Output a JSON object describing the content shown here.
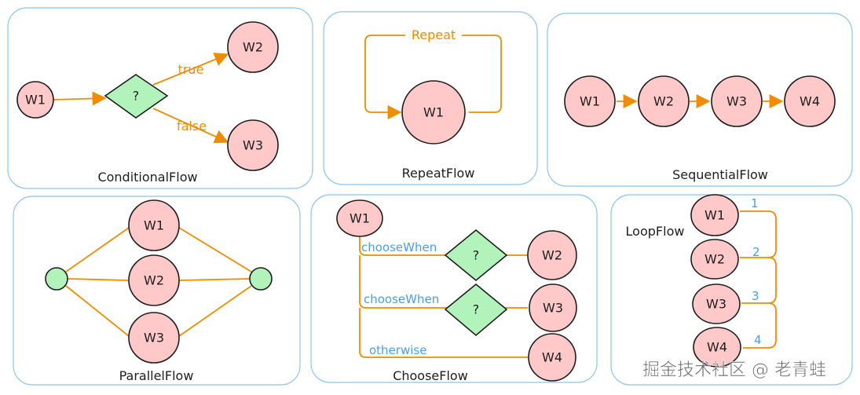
{
  "colors": {
    "node": "#ffc9c9",
    "decision": "#b2f2bb",
    "edge": "#f08c00",
    "label": "#4a9fe8",
    "panel_border": "#8cc4ee"
  },
  "conditional": {
    "title": "ConditionalFlow",
    "w1": "W1",
    "decision": "?",
    "w2": "W2",
    "w3": "W3",
    "true_label": "true",
    "false_label": "false"
  },
  "repeat": {
    "title": "RepeatFlow",
    "w1": "W1",
    "repeat_label": "Repeat"
  },
  "sequential": {
    "title": "SequentialFlow",
    "nodes": [
      "W1",
      "W2",
      "W3",
      "W4"
    ]
  },
  "parallel": {
    "title": "ParallelFlow",
    "nodes": [
      "W1",
      "W2",
      "W3"
    ]
  },
  "choose": {
    "title": "ChooseFlow",
    "w1": "W1",
    "w2": "W2",
    "w3": "W3",
    "w4": "W4",
    "decision": "?",
    "branch1": "chooseWhen",
    "branch2": "chooseWhen",
    "branch3": "otherwise"
  },
  "loop": {
    "title": "LoopFlow",
    "nodes": [
      "W1",
      "W2",
      "W3",
      "W4"
    ],
    "steps": [
      "1",
      "2",
      "3",
      "4"
    ]
  },
  "watermark": "掘金技术社区 @ 老青蛙"
}
